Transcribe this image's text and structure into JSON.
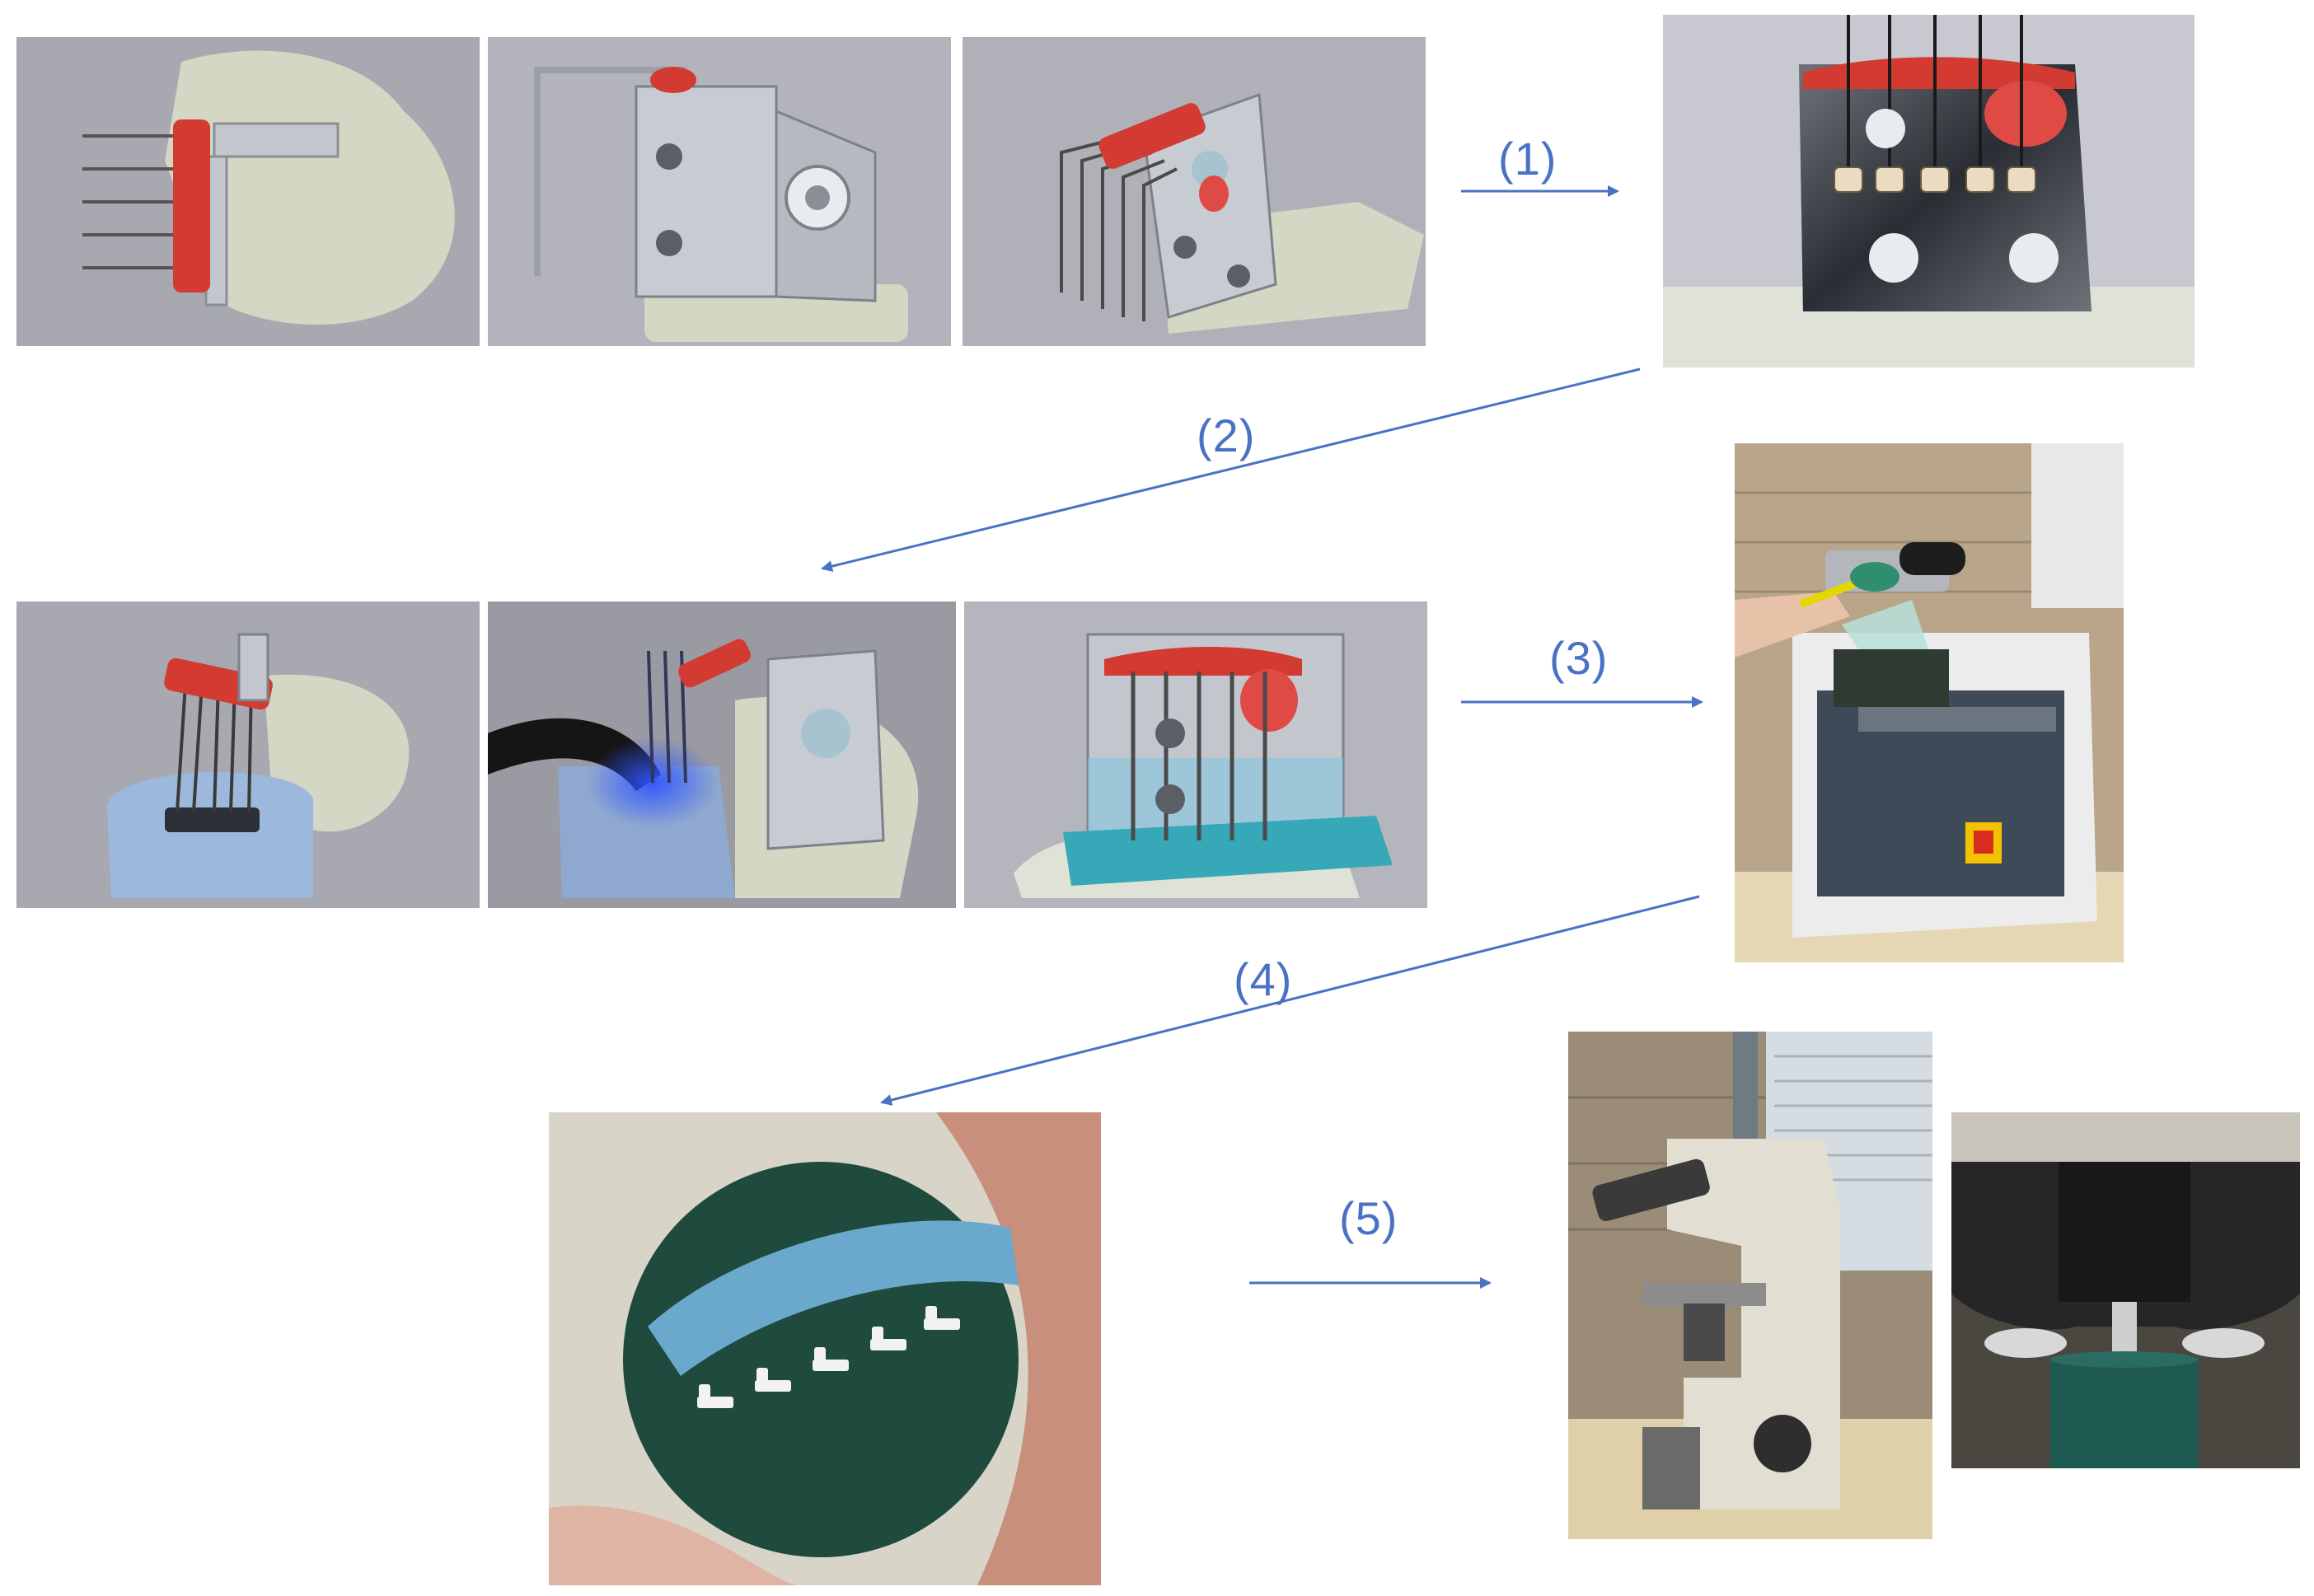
{
  "colors": {
    "arrow": "#4a72c4",
    "label": "#4a72c4",
    "photo_backdrop": "#9a9aa3",
    "putty": "#d3d7c4",
    "steel": "#c3c7cd",
    "resin_red": "#d33a32",
    "silicone_blue": "#9cb8dc",
    "resin_dark_green": "#1f4a3e",
    "cure_light": "#2f55ff"
  },
  "steps": [
    {
      "label": "(1)"
    },
    {
      "label": "(2)"
    },
    {
      "label": "(3)"
    },
    {
      "label": "(4)"
    },
    {
      "label": "(5)"
    }
  ],
  "photos": [
    {
      "subject": "wires-fixed-on-putty-top-view"
    },
    {
      "subject": "steel-bracket-side-view"
    },
    {
      "subject": "wire-jig-angled-view"
    },
    {
      "subject": "wire-tips-close-up"
    },
    {
      "subject": "silicone-mould-on-wires"
    },
    {
      "subject": "light-curing-resin"
    },
    {
      "subject": "cured-resin-block"
    },
    {
      "subject": "mounting-press"
    },
    {
      "subject": "embedded-specimen-disc"
    },
    {
      "subject": "hardness-tester"
    },
    {
      "subject": "indenter-close-up"
    }
  ]
}
